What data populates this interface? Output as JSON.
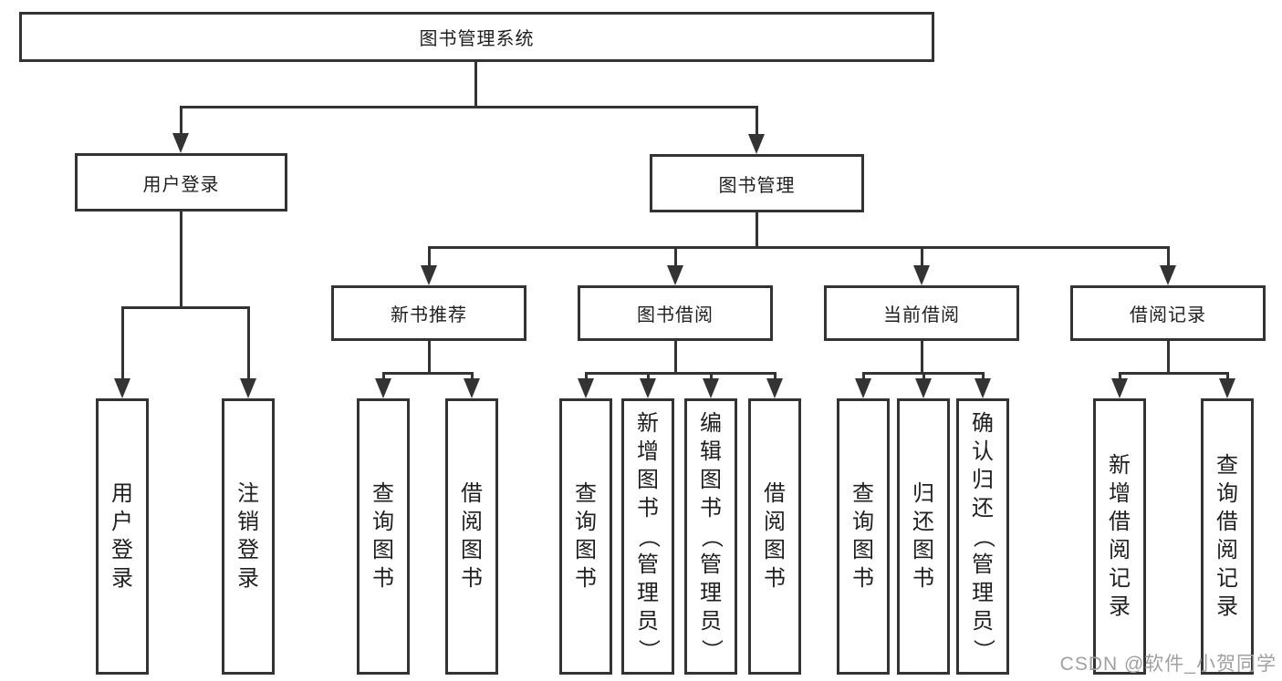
{
  "tree": {
    "label": "图书管理系统",
    "children": [
      {
        "label": "用户登录",
        "children": [
          {
            "label": "用户登录"
          },
          {
            "label": "注销登录"
          }
        ]
      },
      {
        "label": "图书管理",
        "children": [
          {
            "label": "新书推荐",
            "children": [
              {
                "label": "查询图书"
              },
              {
                "label": "借阅图书"
              }
            ]
          },
          {
            "label": "图书借阅",
            "children": [
              {
                "label": "查询图书"
              },
              {
                "label": "新增图书（管理员）"
              },
              {
                "label": "编辑图书（管理员）"
              },
              {
                "label": "借阅图书"
              }
            ]
          },
          {
            "label": "当前借阅",
            "children": [
              {
                "label": "查询图书"
              },
              {
                "label": "归还图书"
              },
              {
                "label": "确认归还（管理员）"
              }
            ]
          },
          {
            "label": "借阅记录",
            "children": [
              {
                "label": "新增借阅记录"
              },
              {
                "label": "查询借阅记录"
              }
            ]
          }
        ]
      }
    ]
  },
  "watermark": "CSDN @软件_小贺同学",
  "colors": {
    "line": "#333333",
    "text": "#1f1f1f",
    "watermark": "#a0a0a0",
    "background": "#ffffff"
  }
}
